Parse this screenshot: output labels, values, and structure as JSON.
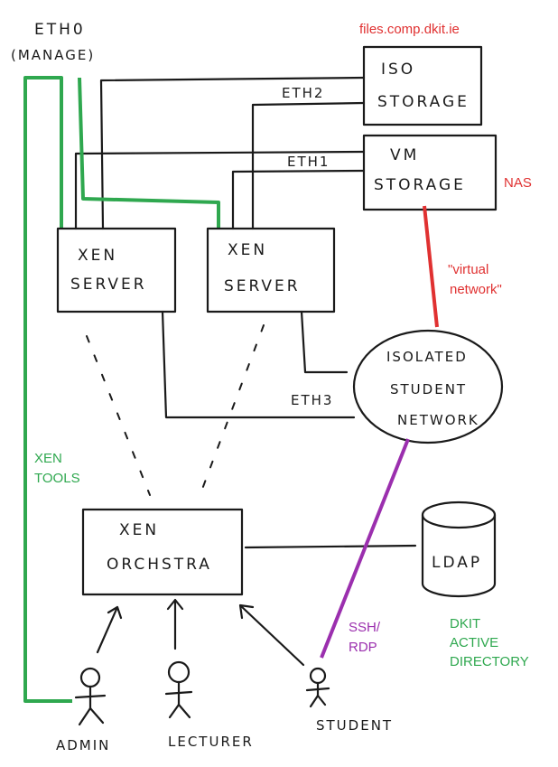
{
  "eth0": {
    "line1": "ETH0",
    "line2": "(MANAGE)"
  },
  "iso_storage": {
    "host": "files.comp.dkit.ie",
    "line1": "ISO",
    "line2": "STORAGE"
  },
  "vm_storage": {
    "line1": "VM",
    "line2": "STORAGE",
    "tag": "NAS"
  },
  "eth_labels": {
    "eth1": "ETH1",
    "eth2": "ETH2",
    "eth3": "ETH3"
  },
  "xen_server_1": {
    "line1": "XEN",
    "line2": "SERVER"
  },
  "xen_server_2": {
    "line1": "XEN",
    "line2": "SERVER"
  },
  "virtual_network": {
    "line1": "\"virtual",
    "line2": "network\""
  },
  "isolated_network": {
    "line1": "ISOLATED",
    "line2": "STUDENT",
    "line3": "NETWORK"
  },
  "xen_tools": {
    "line1": "XEN",
    "line2": "TOOLS"
  },
  "xen_orchestra": {
    "line1": "XEN",
    "line2": "ORCHSTRA"
  },
  "ldap": {
    "label": "LDAP"
  },
  "dkit_ad": {
    "line1": "DKIT",
    "line2": "ACTIVE",
    "line3": "DIRECTORY"
  },
  "ssh_rdp": {
    "line1": "SSH/",
    "line2": "RDP"
  },
  "users": {
    "admin": "ADMIN",
    "lecturer": "LECTURER",
    "student": "STUDENT"
  },
  "colors": {
    "ink": "#1a1a1a",
    "management": "#2fa84f",
    "storage": "#e03131",
    "remote": "#9b2fae"
  }
}
